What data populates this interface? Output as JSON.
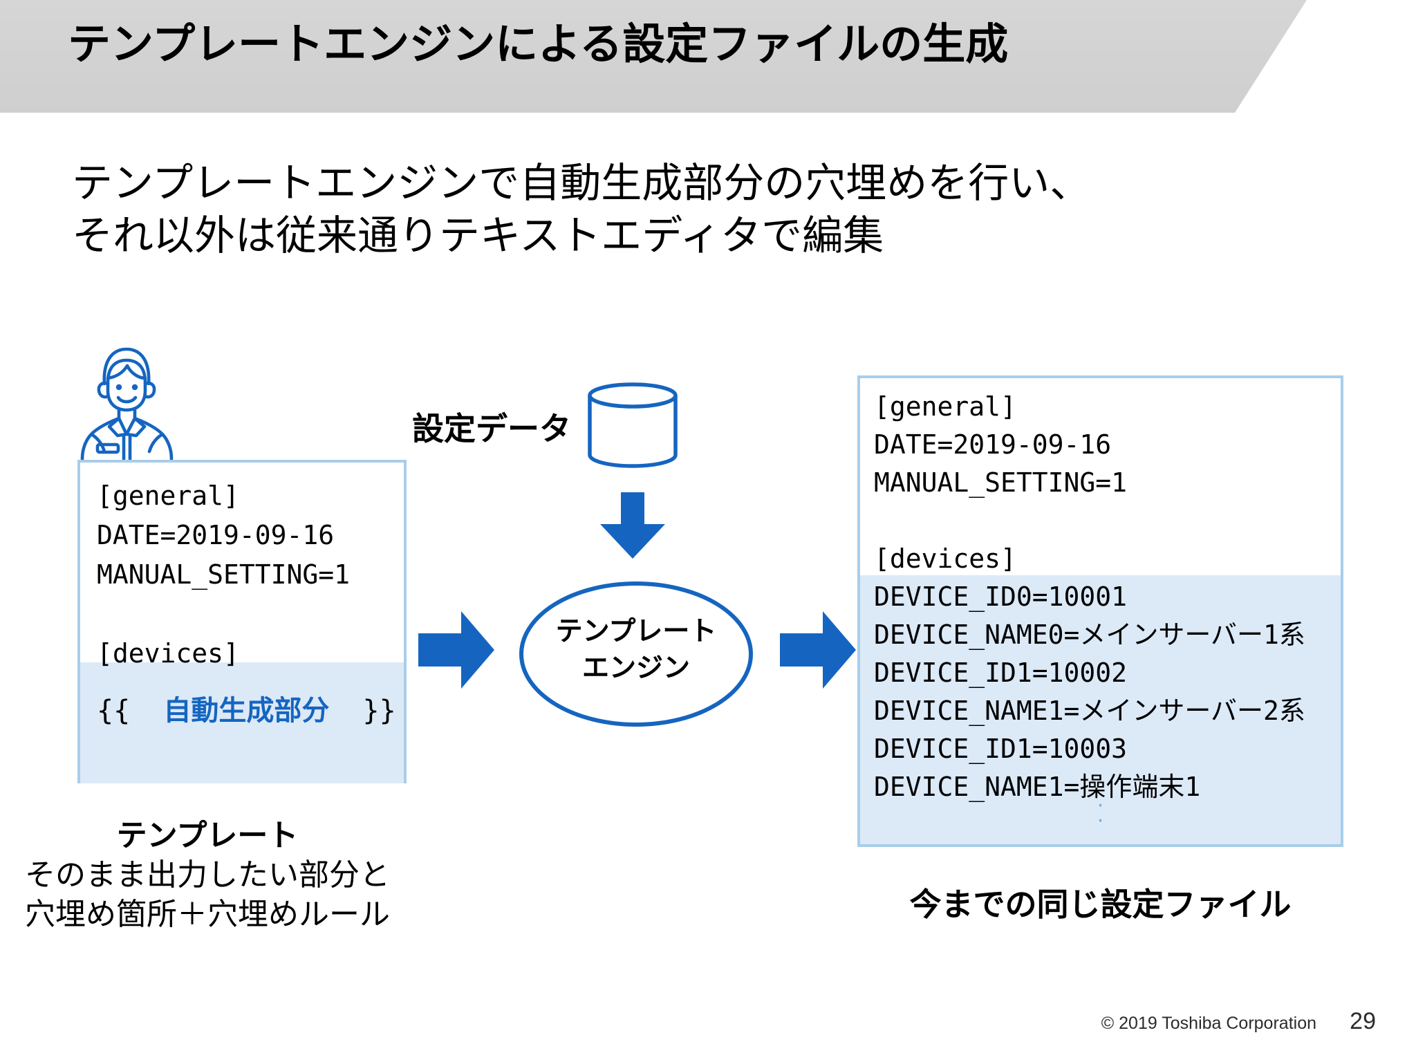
{
  "slide": {
    "title": "テンプレートエンジンによる設定ファイルの生成",
    "subtitle_line1": "テンプレートエンジンで自動生成部分の穴埋めを行い、",
    "subtitle_line2": "それ以外は従来通りテキストエディタで編集"
  },
  "template_panel": {
    "icon_name": "person-icon",
    "code_lines": "[general]\nDATE=2019-09-16\nMANUAL_SETTING=1\n\n[devices]",
    "placeholder_open": "{{",
    "placeholder_label": "自動生成部分",
    "placeholder_close": "}}",
    "caption_title": "テンプレート",
    "caption_line1": "そのまま出力したい部分と",
    "caption_line2": "穴埋め箇所＋穴埋めルール"
  },
  "config_data": {
    "label": "設定データ",
    "icon_name": "database-cylinder-icon"
  },
  "engine": {
    "label_line1": "テンプレート",
    "label_line2": "エンジン"
  },
  "output_panel": {
    "code_lines": "[general]\nDATE=2019-09-16\nMANUAL_SETTING=1\n\n[devices]\nDEVICE_ID0=10001\nDEVICE_NAME0=メインサーバー1系\nDEVICE_ID1=10002\nDEVICE_NAME1=メインサーバー2系\nDEVICE_ID1=10003\nDEVICE_NAME1=操作端末1",
    "ellipsis_dot": "·",
    "caption": "今までの同じ設定ファイル"
  },
  "footer": {
    "copyright": "© 2019 Toshiba Corporation",
    "page_number": "29"
  },
  "colors": {
    "title_bar": "#d2d2d2",
    "accent_blue": "#1565c0",
    "panel_border": "#a8cdea",
    "highlight_fill": "#dce9f7",
    "ellipsis_blue": "#76b0dd"
  }
}
